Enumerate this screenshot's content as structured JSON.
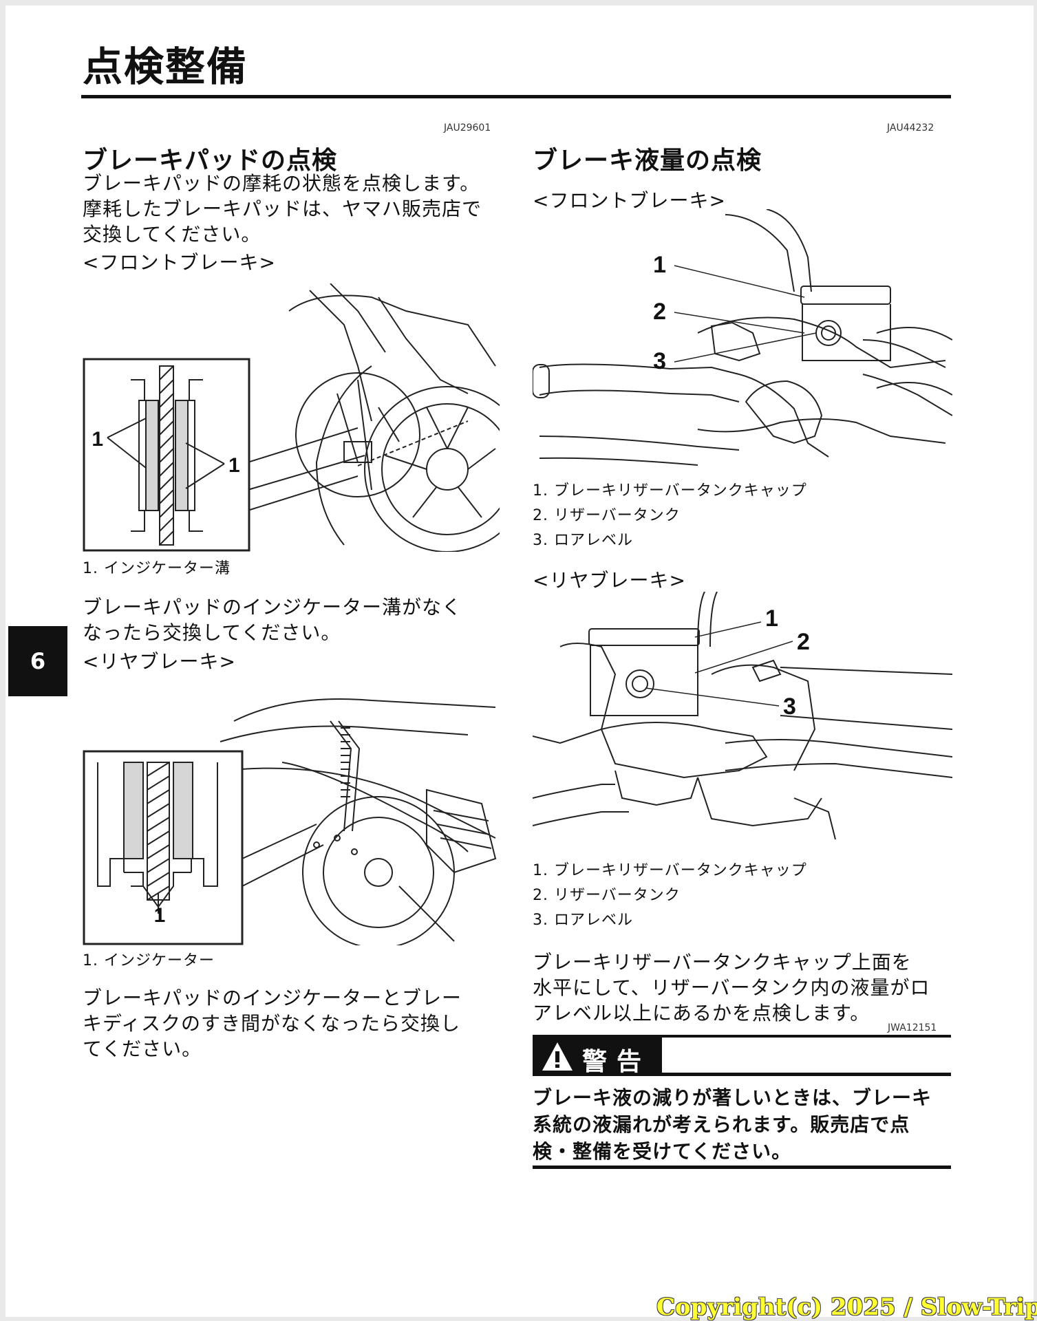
{
  "page": {
    "title": "点検整備",
    "chapter_tab": "6"
  },
  "left": {
    "code": "JAU29601",
    "heading": "ブレーキパッドの点検",
    "intro": [
      "ブレーキパッドの摩耗の状態を点検します。",
      "摩耗したブレーキパッドは、ヤマハ販売店で",
      "交換してください。"
    ],
    "front_label": "<フロントブレーキ>",
    "front_figure": {
      "callout_a": "1",
      "callout_b": "1"
    },
    "front_caption": "1. インジケーター溝",
    "front_text": [
      "ブレーキパッドのインジケーター溝がなく",
      "なったら交換してください。"
    ],
    "rear_label": "<リヤブレーキ>",
    "rear_figure": {
      "callout": "1"
    },
    "rear_caption": "1. インジケーター",
    "rear_text": [
      "ブレーキパッドのインジケーターとブレー",
      "キディスクのすき間がなくなったら交換し",
      "てください。"
    ]
  },
  "right": {
    "code": "JAU44232",
    "heading": "ブレーキ液量の点検",
    "front_label": "<フロントブレーキ>",
    "front_figure": {
      "callouts": [
        "1",
        "2",
        "3"
      ]
    },
    "front_captions": [
      "1. ブレーキリザーバータンクキャップ",
      "2. リザーバータンク",
      "3. ロアレベル"
    ],
    "rear_label": "<リヤブレーキ>",
    "rear_figure": {
      "callouts": [
        "1",
        "2",
        "3"
      ]
    },
    "rear_captions": [
      "1. ブレーキリザーバータンクキャップ",
      "2. リザーバータンク",
      "3. ロアレベル"
    ],
    "check_text": [
      "ブレーキリザーバータンクキャップ上面を",
      "水平にして、リザーバータンク内の液量がロ",
      "アレベル以上にあるかを点検します。"
    ],
    "warning_code": "JWA12151",
    "warning_label": "警告",
    "warning_text": [
      "ブレーキ液の減りが著しいときは、ブレーキ",
      "系統の液漏れが考えられます。販売店で点",
      "検・整備を受けてください。"
    ]
  },
  "footer": {
    "copyright": "Copyright(c) 2025 / Slow-Trip"
  }
}
